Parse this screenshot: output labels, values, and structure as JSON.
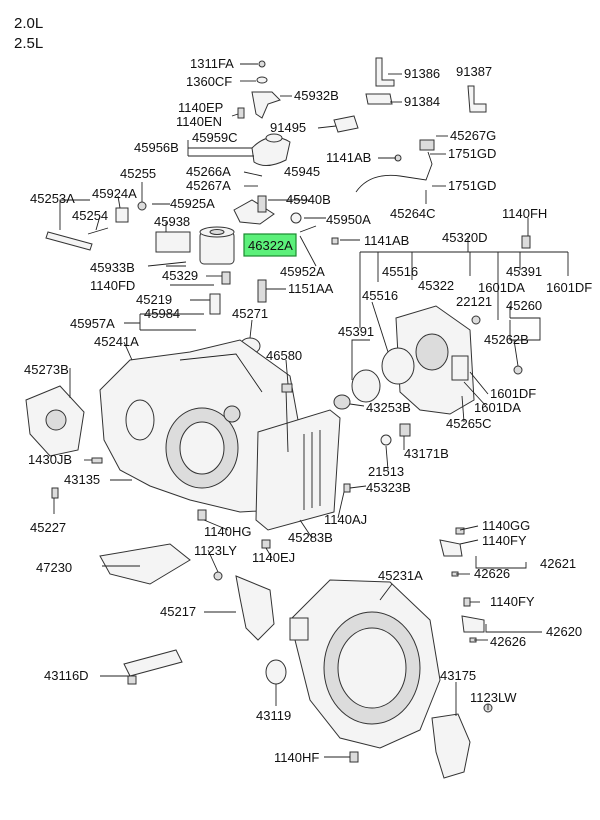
{
  "header": {
    "line1": "2.0L",
    "line2": "2.5L"
  },
  "highlight": {
    "part_no": "46322A",
    "color": "#5cf07a"
  },
  "labels": {
    "l1311FA": "1311FA",
    "l1360CF": "1360CF",
    "l1140EP": "1140EP",
    "l1140EN": "1140EN",
    "l45932B": "45932B",
    "l91386": "91386",
    "l91387": "91387",
    "l91384": "91384",
    "l91495": "91495",
    "l45956B": "45956B",
    "l45959C": "45959C",
    "l45267G": "45267G",
    "l1141AB_a": "1141AB",
    "l1751GD_a": "1751GD",
    "l45255": "45255",
    "l45266A": "45266A",
    "l45945": "45945",
    "l45267A": "45267A",
    "l1751GD_b": "1751GD",
    "l45253A": "45253A",
    "l45924A": "45924A",
    "l45925A": "45925A",
    "l45940B": "45940B",
    "l45264C": "45264C",
    "l45254": "45254",
    "l45938": "45938",
    "l45950A": "45950A",
    "l1140FH": "1140FH",
    "l1141AB_b": "1141AB",
    "l45320D": "45320D",
    "l45933B": "45933B",
    "l45952A": "45952A",
    "l45516_a": "45516",
    "l45391_a": "45391",
    "l45329": "45329",
    "l1140FD": "1140FD",
    "l1151AA": "1151AA",
    "l45322": "45322",
    "l1601DF_a": "1601DF",
    "l45219": "45219",
    "l45516_b": "45516",
    "l22121": "22121",
    "l1601DA_a": "1601DA",
    "l45260": "45260",
    "l45957A": "45957A",
    "l45984": "45984",
    "l45271": "45271",
    "l45241A": "45241A",
    "l45391_b": "45391",
    "l45262B": "45262B",
    "l46580": "46580",
    "l45273B": "45273B",
    "l1601DF_b": "1601DF",
    "l1601DA_b": "1601DA",
    "l43253B": "43253B",
    "l45265C": "45265C",
    "l43171B": "43171B",
    "l1430JB": "1430JB",
    "l21513": "21513",
    "l43135": "43135",
    "l45323B": "45323B",
    "l45227": "45227",
    "l1140AJ": "1140AJ",
    "l1140HG": "1140HG",
    "l45283B": "45283B",
    "l1140GG": "1140GG",
    "l1140FY_a": "1140FY",
    "l1123LY": "1123LY",
    "l1140EJ": "1140EJ",
    "l42621": "42621",
    "l47230": "47230",
    "l42626_a": "42626",
    "l45231A": "45231A",
    "l45217": "45217",
    "l1140FY_b": "1140FY",
    "l42620": "42620",
    "l42626_b": "42626",
    "l43116D": "43116D",
    "l43175": "43175",
    "l1123LW": "1123LW",
    "l43119": "43119",
    "l1140HF": "1140HF"
  }
}
